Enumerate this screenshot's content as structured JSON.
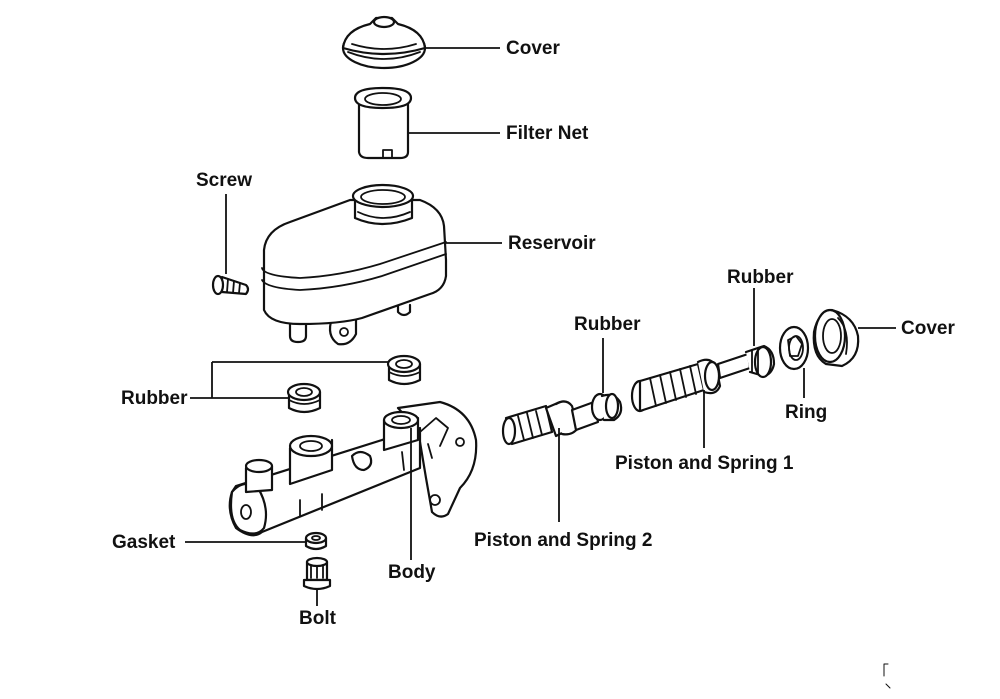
{
  "labels": {
    "cover_top": "Cover",
    "filter_net": "Filter Net",
    "screw": "Screw",
    "reservoir": "Reservoir",
    "rubber_left": "Rubber",
    "gasket": "Gasket",
    "bolt": "Bolt",
    "body": "Body",
    "rubber_mid": "Rubber",
    "rubber_right": "Rubber",
    "cover_right": "Cover",
    "ring": "Ring",
    "piston_spring_1": "Piston and Spring 1",
    "piston_spring_2": "Piston and Spring 2"
  },
  "colors": {
    "line": "#111111",
    "background": "#ffffff"
  }
}
